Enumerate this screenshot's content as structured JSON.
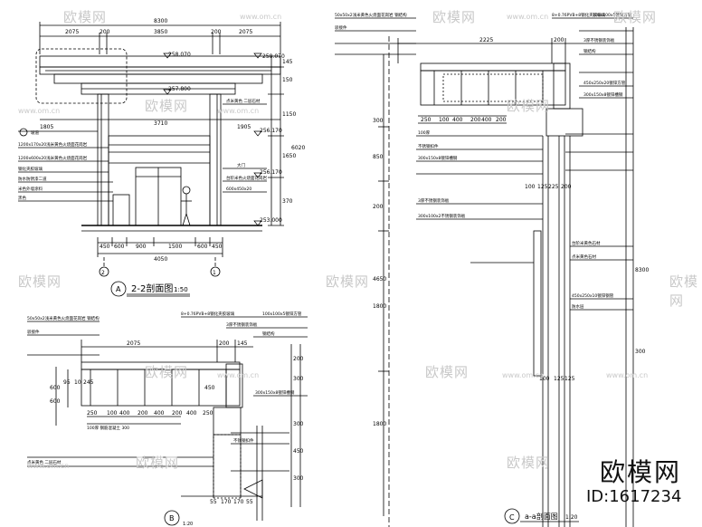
{
  "sections": {
    "a": {
      "bubble": "A",
      "title": "2-2剖面图",
      "scale": "1:50",
      "axis_left": "2",
      "axis_right": "1",
      "top_total": "8300",
      "top_dims": [
        "2075",
        "200",
        "3850",
        "200",
        "2075"
      ],
      "mid_dims": [
        "1805",
        "3710",
        "1905"
      ],
      "bottom_dims": [
        "450",
        "600",
        "900",
        "1500",
        "600",
        "450"
      ],
      "bottom_total": "4050",
      "elevations": [
        "258.070",
        "258.070",
        "257.800",
        "256.170",
        "256.170",
        "253.000"
      ],
      "right_dims": [
        "145",
        "150",
        "1150",
        "1650",
        "370",
        "6020"
      ],
      "notes": [
        "1200x170x20浅米黄色火烧面花岗岩",
        "1200x600x20浅米黄色火烧面花岗岩",
        "钢化夹胶玻璃",
        "防水防锈漆二道",
        "米色外墙涂料",
        "黑色",
        "大门",
        "点米黄色 二层石材",
        "台阶米色火烧面花岗岩",
        "600x450x20",
        "坡道"
      ]
    },
    "b": {
      "bubble": "B",
      "scale": "1:20",
      "notes": [
        "50x50x2浅米黄色火烧面花岗岩 钢结构",
        "8+0.76PVB+8钢化夹胶玻璃",
        "100x100x5镀锌方管",
        "驳接件",
        "3厚不锈钢装饰板",
        "钢结构",
        "300x150x8镀锌槽钢",
        "100厚 钢筋混凝土 300",
        "不锈钢扣件",
        "点米黄色 二层石材"
      ],
      "dims": [
        "2075",
        "200",
        "145",
        "250",
        "100",
        "400",
        "200",
        "400",
        "200",
        "400",
        "250",
        "95",
        "10",
        "245",
        "600",
        "450",
        "300",
        "55",
        "170",
        "170",
        "55",
        "200",
        "300",
        "450",
        "300",
        "600"
      ]
    },
    "c": {
      "bubble": "C",
      "title": "a-a剖面图",
      "scale": "1:20",
      "notes": [
        "50x50x2浅米黄色火烧面花岗岩 钢结构",
        "8+0.76PVB+8钢化夹胶玻璃",
        "100x100x5镀锌方管",
        "驳接件",
        "3厚不锈钢装饰板",
        "钢结构",
        "450x250x20镀锌方管",
        "300x150x8镀锌槽钢",
        "100厚",
        "不锈钢扣件",
        "300x150x8镀锌槽钢",
        "3厚不锈钢装饰板",
        "300x100x2不锈钢装饰板",
        "台阶米黄色石材",
        "点米黄色石材",
        "450x250x10镀锌钢管",
        "防水层"
      ],
      "dims": [
        "2225",
        "200",
        "250",
        "100",
        "400",
        "200",
        "400",
        "200",
        "100",
        "125",
        "225",
        "200",
        "125",
        "125",
        "100",
        "300",
        "850",
        "200",
        "4650",
        "1800",
        "1800",
        "300",
        "8300"
      ]
    }
  },
  "watermark": {
    "brand": "欧模网",
    "id": "ID:1617234",
    "url": "www.om.cn"
  }
}
